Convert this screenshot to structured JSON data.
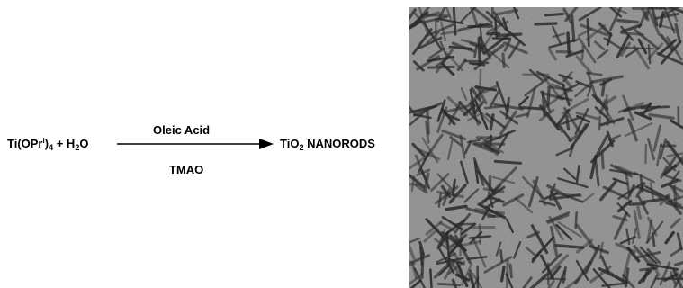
{
  "scheme": {
    "reactant_1": "Ti(OPr",
    "reactant_1_sup": "i",
    "reactant_1_close": ")",
    "reactant_1_sub": "4",
    "plus": " + ",
    "reactant_2": "H",
    "reactant_2_sub": "2",
    "reactant_2_end": "O",
    "reagent_above": "Oleic Acid",
    "reagent_below": "TMAO",
    "product": "TiO",
    "product_sub": "2",
    "product_end": " NANORODS"
  },
  "image": {
    "type": "TEM micrograph of nanorods",
    "background_color": "#9d9d9d",
    "rod_color": "#2b2b2b"
  }
}
